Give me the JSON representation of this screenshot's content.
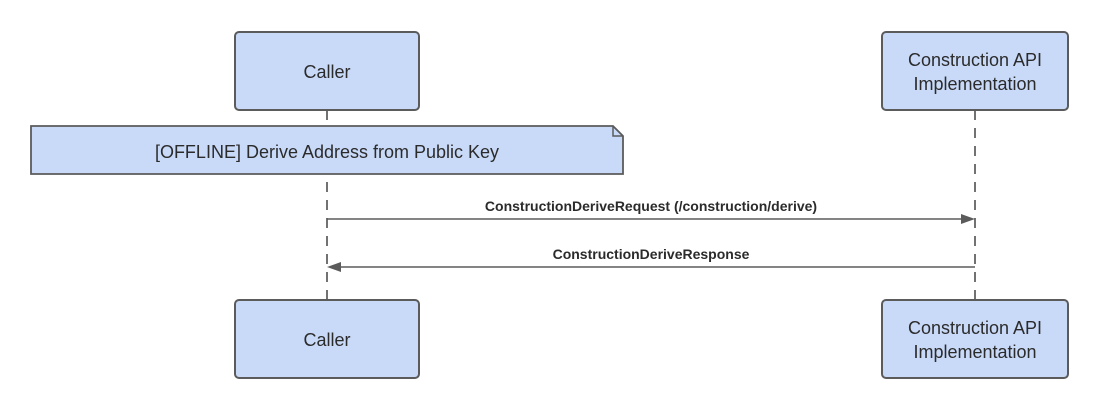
{
  "participants": {
    "caller": {
      "label": "Caller"
    },
    "construction_api": {
      "label_line_1": "Construction API",
      "label_line_2": "Implementation"
    }
  },
  "note": {
    "text": "[OFFLINE] Derive Address from Public Key"
  },
  "messages": [
    {
      "label": "ConstructionDeriveRequest (/construction/derive)",
      "from": "Caller",
      "to": "Construction API Implementation",
      "style": "solid-arrow"
    },
    {
      "label": "ConstructionDeriveResponse",
      "from": "Construction API Implementation",
      "to": "Caller",
      "style": "solid-arrow"
    }
  ],
  "colors": {
    "actor_fill": "#c9daf9",
    "stroke": "#5b5b5b",
    "text": "#2b2b2b"
  }
}
